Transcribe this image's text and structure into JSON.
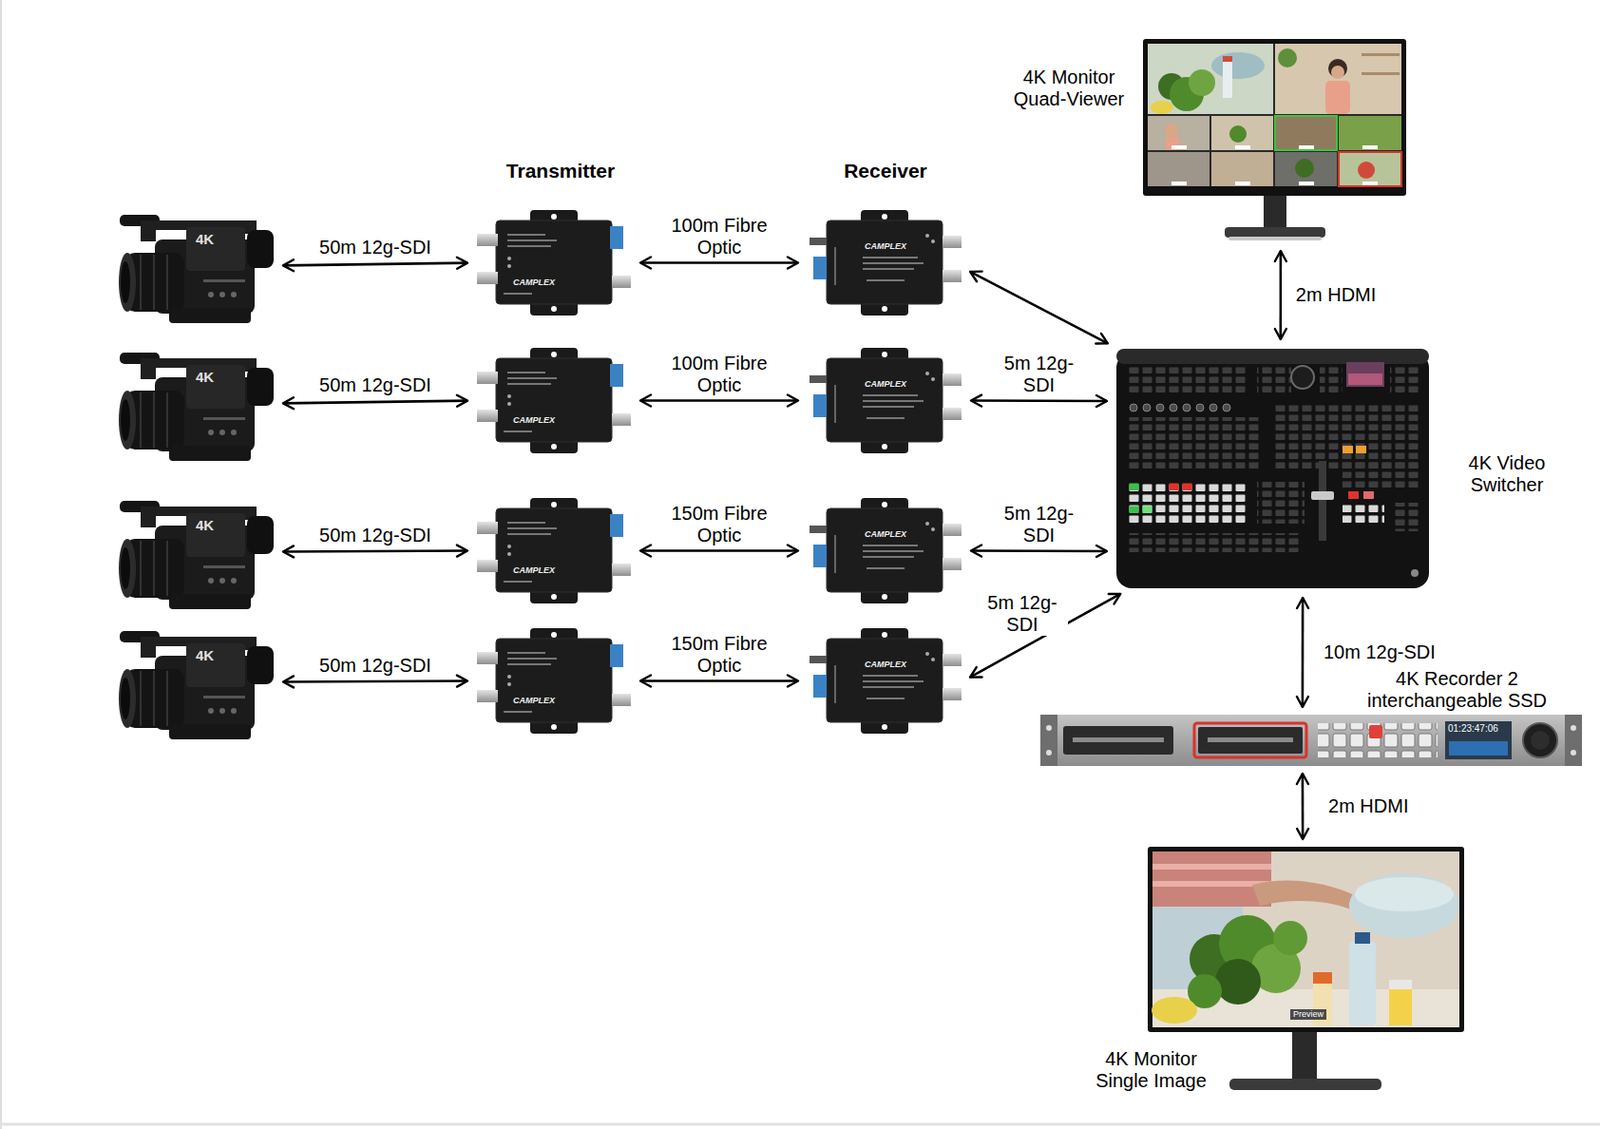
{
  "diagram": {
    "nodes": [
      {
        "text": [
          "4K"
        ]
      },
      {
        "text": [
          "4K"
        ]
      },
      {
        "text": [
          "4K"
        ]
      },
      {
        "text": [
          "4K"
        ]
      },
      {
        "text": [
          "CAMPLEX"
        ]
      },
      {
        "text": [
          "CAMPLEX"
        ]
      },
      {
        "text": [
          "CAMPLEX"
        ]
      },
      {
        "text": [
          "CAMPLEX"
        ]
      },
      {
        "text": [
          "CAMPLEX"
        ]
      },
      {
        "text": [
          "CAMPLEX"
        ]
      },
      {
        "text": [
          "CAMPLEX"
        ]
      },
      {
        "text": [
          "CAMPLEX"
        ]
      },
      {
        "text": [
          "4K Monitor Quad-Viewer"
        ]
      },
      {
        "text": [
          "4K Video Switcher"
        ]
      },
      {
        "text": [
          "4K Recorder 2 interchangeable SSD",
          "01:23:47:06"
        ]
      },
      {
        "text": [
          "4K Monitor Single Image",
          "Preview"
        ]
      }
    ],
    "edges": [
      {
        "from": 0,
        "to": 4,
        "label": "50m 12g-SDI",
        "arrow": "both"
      },
      {
        "from": 1,
        "to": 5,
        "label": "50m 12g-SDI",
        "arrow": "both"
      },
      {
        "from": 2,
        "to": 6,
        "label": "50m 12g-SDI",
        "arrow": "both"
      },
      {
        "from": 3,
        "to": 7,
        "label": "50m 12g-SDI",
        "arrow": "both"
      },
      {
        "from": 4,
        "to": 8,
        "label": "100m Fibre Optic",
        "arrow": "both"
      },
      {
        "from": 5,
        "to": 9,
        "label": "100m Fibre Optic",
        "arrow": "both"
      },
      {
        "from": 6,
        "to": 10,
        "label": "150m Fibre Optic",
        "arrow": "both"
      },
      {
        "from": 7,
        "to": 11,
        "label": "150m Fibre Optic",
        "arrow": "both"
      },
      {
        "from": 8,
        "to": 13,
        "arrow": "both"
      },
      {
        "from": 9,
        "to": 13,
        "label": "5m 12g-SDI",
        "arrow": "both"
      },
      {
        "from": 10,
        "to": 13,
        "label": "5m 12g-SDI",
        "arrow": "both"
      },
      {
        "from": 11,
        "to": 13,
        "label": "5m 12g-SDI",
        "arrow": "both"
      },
      {
        "from": 13,
        "to": 12,
        "label": "2m HDMI",
        "arrow": "both"
      },
      {
        "from": 13,
        "to": 14,
        "label": "10m 12g-SDI",
        "arrow": "both"
      },
      {
        "from": 14,
        "to": 15,
        "label": "2m HDMI",
        "arrow": "both"
      }
    ],
    "labels": [
      "Transmitter",
      "Receiver"
    ]
  }
}
